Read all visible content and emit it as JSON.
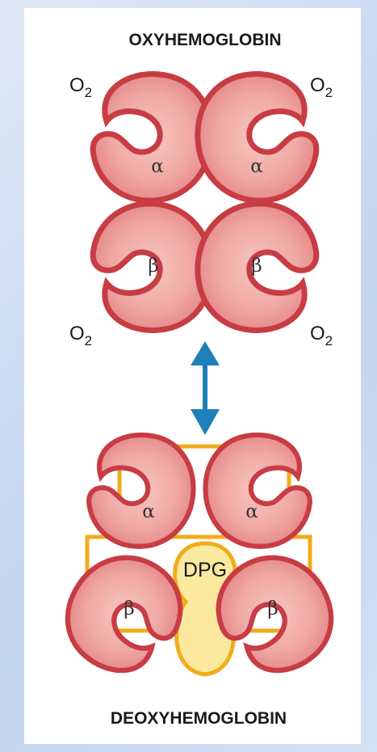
{
  "diagram": {
    "top_title": "OXYHEMOGLOBIN",
    "bottom_title": "DEOXYHEMOGLOBIN",
    "o2_label": "O",
    "o2_subscript": "2",
    "alpha_symbol": "α",
    "beta_symbol": "β",
    "dpg_label": "DPG"
  },
  "colors": {
    "subunit_fill": "#ea8f8d",
    "subunit_outline": "#c83c44",
    "subunit_highlight": "#f5b9b3",
    "arrow": "#1f7fb8",
    "dpg_fill": "#fbe9a0",
    "dpg_outline": "#f1ac1b"
  }
}
